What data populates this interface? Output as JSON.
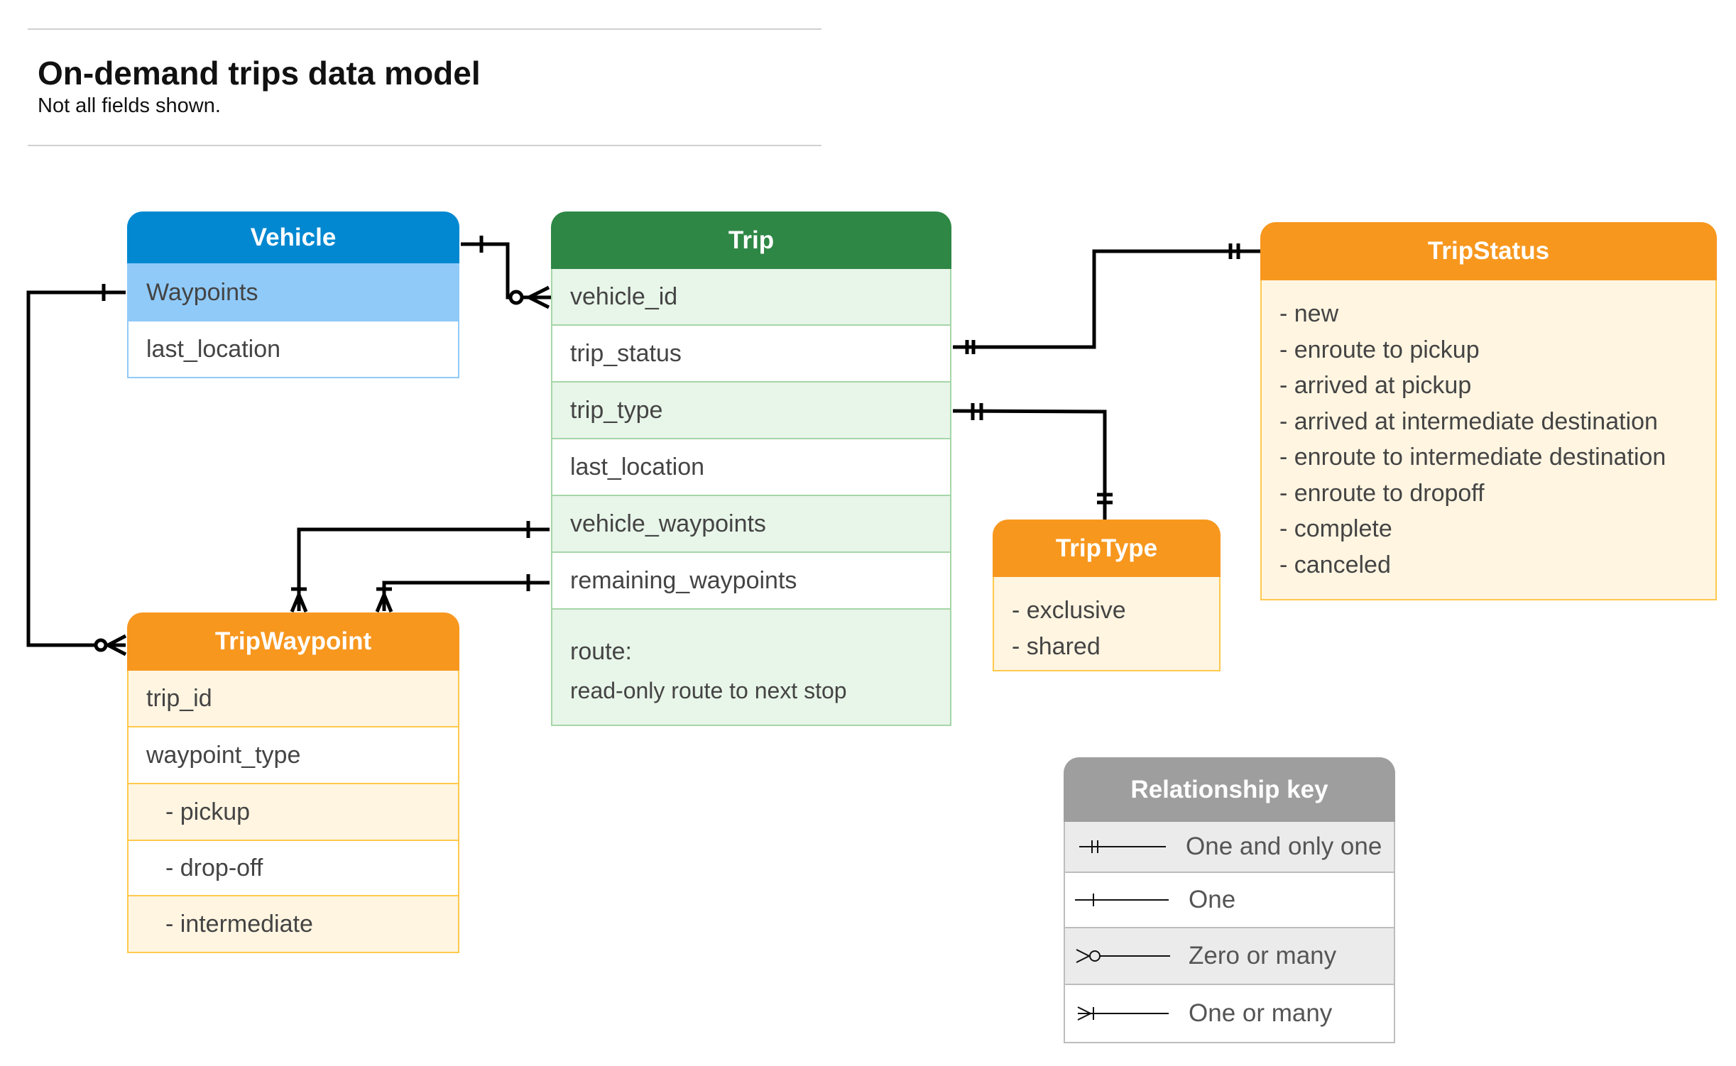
{
  "title": "On-demand trips data model",
  "subtitle": "Not all fields shown.",
  "colors": {
    "vehicle": "#0288d1",
    "trip": "#2e8745",
    "orange": "#f7971e",
    "key": "#9e9e9e"
  },
  "vehicle": {
    "title": "Vehicle",
    "fields": [
      "Waypoints",
      "last_location"
    ]
  },
  "trip": {
    "title": "Trip",
    "fields": [
      "vehicle_id",
      "trip_status",
      "trip_type",
      "last_location",
      "vehicle_waypoints",
      "remaining_waypoints"
    ],
    "route_label": "route:",
    "route_desc": "read-only route to next stop"
  },
  "trip_status": {
    "title": "TripStatus",
    "values": [
      "- new",
      "- enroute to pickup",
      "- arrived at pickup",
      "- arrived at intermediate destination",
      "- enroute to intermediate destination",
      "- enroute to dropoff",
      "- complete",
      "- canceled"
    ]
  },
  "trip_type": {
    "title": "TripType",
    "values": [
      "- exclusive",
      "- shared"
    ]
  },
  "trip_waypoint": {
    "title": "TripWaypoint",
    "fields": [
      "trip_id",
      "waypoint_type",
      "- pickup",
      "- drop-off",
      "- intermediate"
    ]
  },
  "key": {
    "title": "Relationship key",
    "items": [
      "One and only one",
      "One",
      "Zero or many",
      "One or many"
    ]
  }
}
